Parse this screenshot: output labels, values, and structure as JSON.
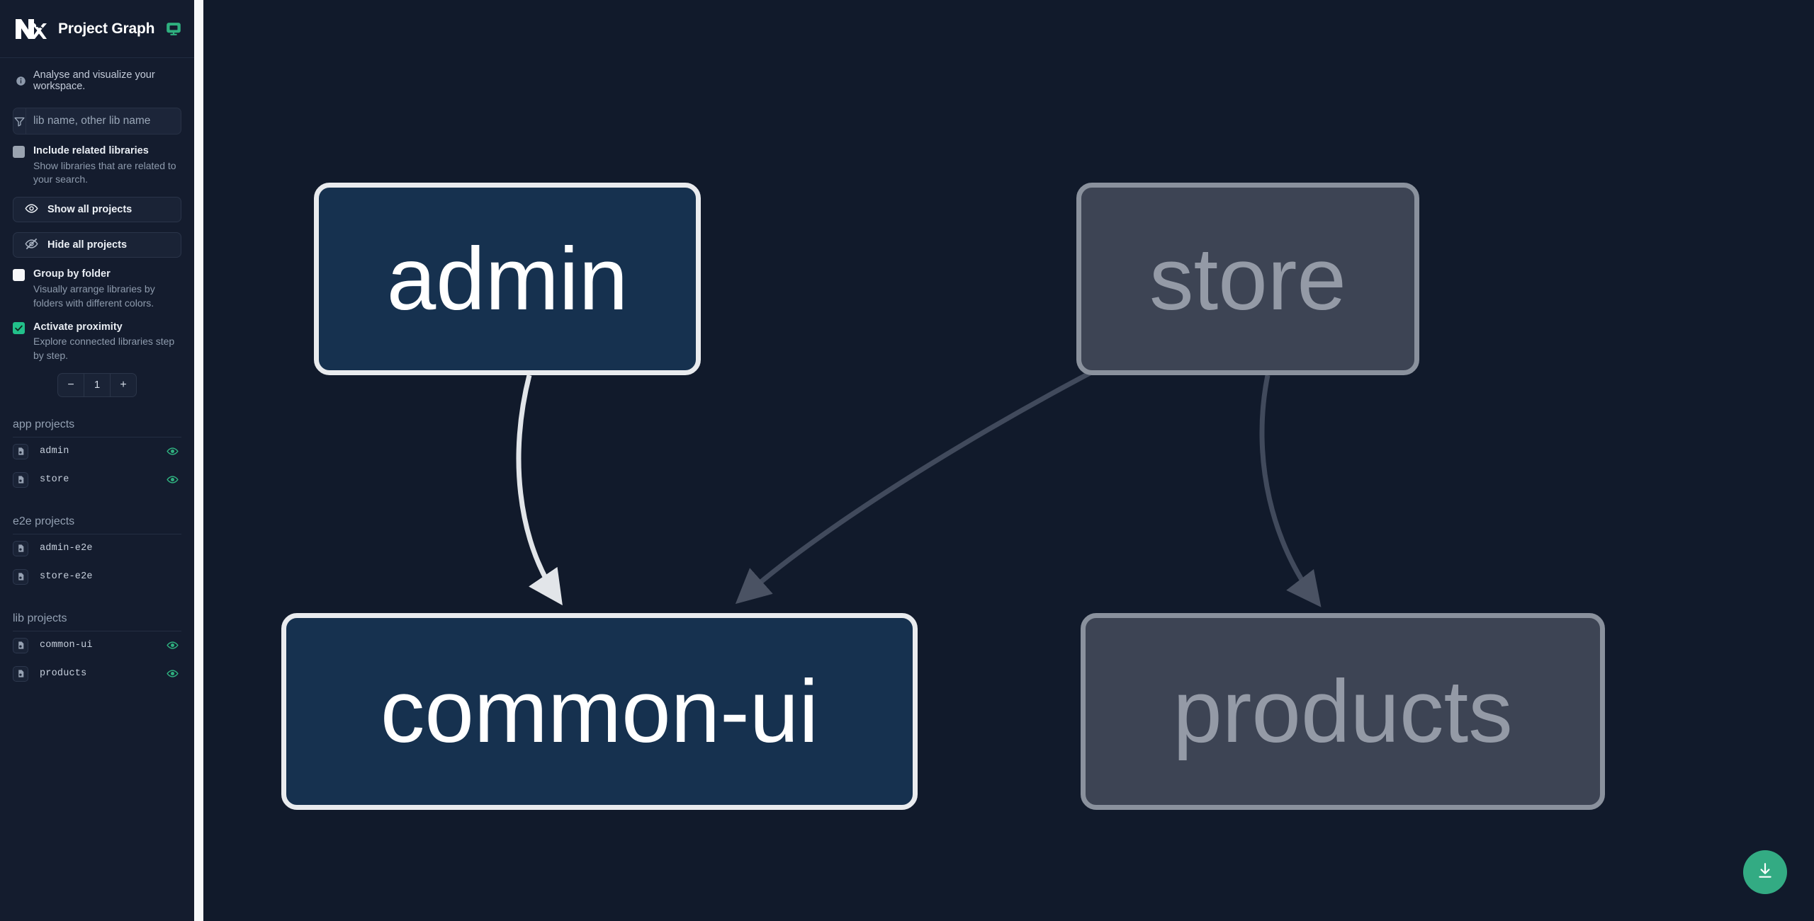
{
  "header": {
    "title": "Project Graph",
    "logo_name": "nx-logo",
    "monitor_icon": "monitor-icon"
  },
  "sidebar": {
    "tagline": "Analyse and visualize your workspace.",
    "search": {
      "placeholder": "lib name, other lib name",
      "value": "",
      "icon": "filter-funnel-icon"
    },
    "include_related": {
      "label": "Include related libraries",
      "description": "Show libraries that are related to your search.",
      "checked": false
    },
    "show_all_label": "Show all projects",
    "hide_all_label": "Hide all projects",
    "group_by_folder": {
      "label": "Group by folder",
      "description": "Visually arrange libraries by folders with different colors.",
      "checked": false
    },
    "activate_proximity": {
      "label": "Activate proximity",
      "description": "Explore connected libraries step by step.",
      "checked": true
    },
    "stepper": {
      "minus": "−",
      "value": "1",
      "plus": "+"
    },
    "sections": [
      {
        "title": "app projects",
        "items": [
          {
            "label": "admin",
            "visible": true
          },
          {
            "label": "store",
            "visible": true
          }
        ]
      },
      {
        "title": "e2e projects",
        "items": [
          {
            "label": "admin-e2e",
            "visible": false
          },
          {
            "label": "store-e2e",
            "visible": false
          }
        ]
      },
      {
        "title": "lib projects",
        "items": [
          {
            "label": "common-ui",
            "visible": true
          },
          {
            "label": "products",
            "visible": true
          }
        ]
      }
    ]
  },
  "graph": {
    "nodes": [
      {
        "id": "admin",
        "label": "admin",
        "state": "focused"
      },
      {
        "id": "store",
        "label": "store",
        "state": "dim"
      },
      {
        "id": "common-ui",
        "label": "common-ui",
        "state": "focused"
      },
      {
        "id": "products",
        "label": "products",
        "state": "dim"
      }
    ],
    "edges": [
      {
        "from": "admin",
        "to": "common-ui",
        "state": "focused"
      },
      {
        "from": "store",
        "to": "common-ui",
        "state": "dim"
      },
      {
        "from": "store",
        "to": "products",
        "state": "dim"
      }
    ],
    "download_button": "download-icon"
  },
  "colors": {
    "background": "#111a2b",
    "sidebar": "#141c2e",
    "accent_green": "#33ab83",
    "node_focused_fill": "#16314f",
    "node_focused_border": "#e9ebee",
    "node_dim_fill": "#3d4454",
    "node_dim_border": "#8a919d"
  }
}
